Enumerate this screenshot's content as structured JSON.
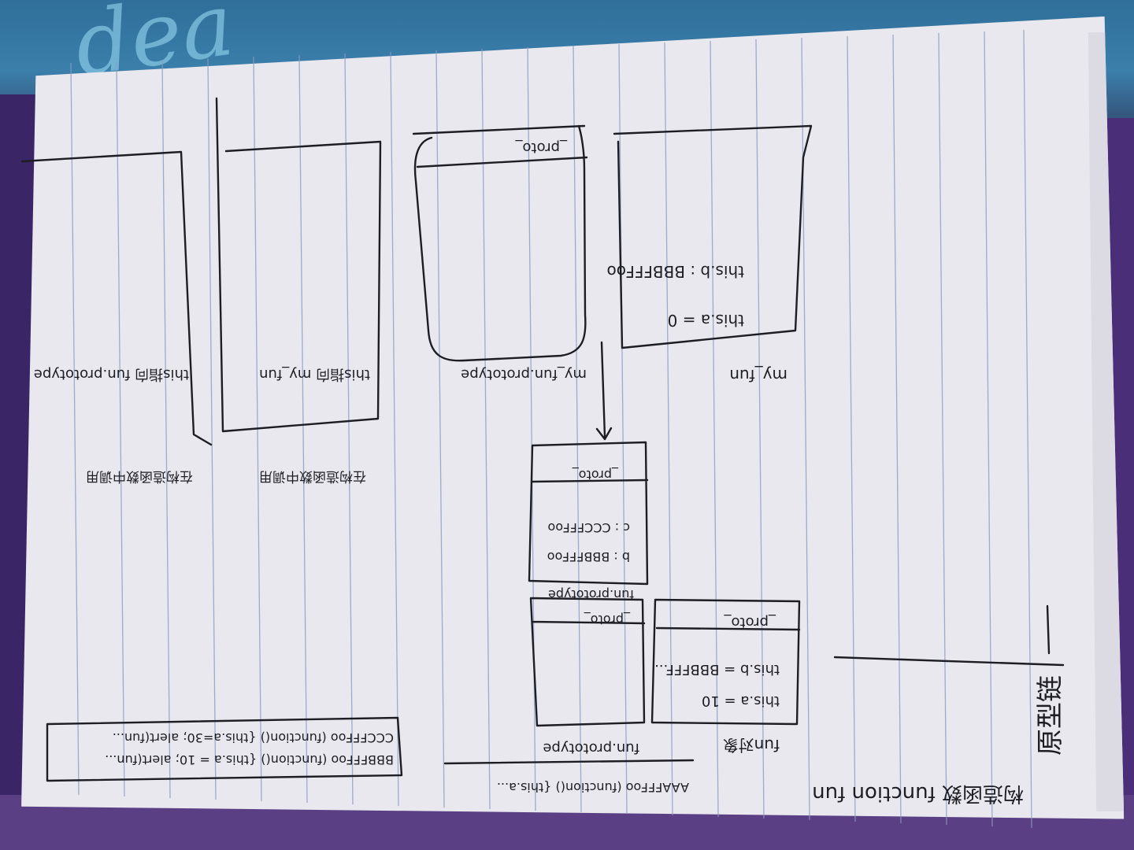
{
  "notes": {
    "heading": "原型链",
    "topic_label": "构造函数 function fun",
    "code_line_a": "AAAFFFoo (function() {this.a...",
    "code_line_b": "BBBFFFoo (function() {this.a = 10; alert(fun...",
    "code_line_c": "CCCFFFoo (function() {this.a=30; alert(fun...",
    "fun_label": "fun对象",
    "fun_box_line1": "this.a = 10",
    "fun_box_line2": "this.b = BBBFFF...",
    "fun_box_proto": "_proto_",
    "fun_prototype_label": "fun.prototype",
    "proto_box_proto": "_proto_",
    "proto_object_label": "fun.prototype",
    "proto_object_b": "b : BBBFFFoo",
    "proto_object_c": "c : CCCFFFoo",
    "proto_object_proto": "_proto_",
    "my_fun_label": "my_fun",
    "my_fun_line1": "this.a = 0",
    "my_fun_line2": "this.b : BBBFFFoo",
    "my_fun_prototype_label": "my_fun.prototype",
    "my_fun_prototype_proto": "_proto_",
    "note_my_fun": "this指向 my_fun",
    "note_fun_prototype": "this指向 fun.prototype",
    "note_bottom_1": "在构造函数中调用",
    "note_bottom_2": "在构造函数中调用"
  },
  "colors": {
    "paper": "#e9e8ee",
    "rule": "#8c9bc0",
    "ink": "#1d1d24",
    "background": "#4a2f78"
  }
}
